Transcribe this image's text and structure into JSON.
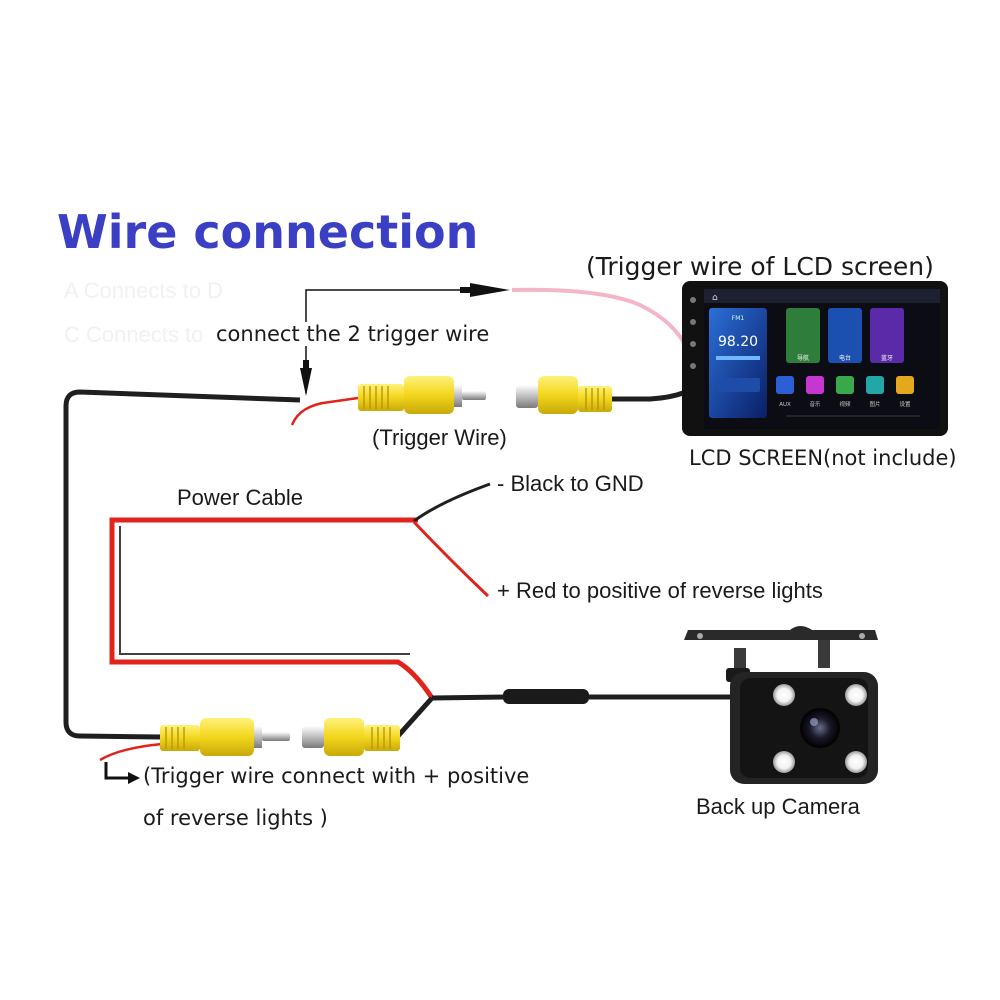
{
  "title": "Wire connection",
  "faint_text": [
    "A Connects to D",
    "C Connects to"
  ],
  "labels": {
    "lcd_trigger": "(Trigger wire of LCD screen)",
    "connect_trigger": "connect the 2 trigger wire",
    "trigger_wire": "(Trigger Wire)",
    "lcd_screen": "LCD SCREEN(not include)",
    "power_cable": "Power Cable",
    "black_gnd": "- Black to GND",
    "red_positive": "+ Red to positive of reverse lights",
    "trigger_connect_line1": "(Trigger wire connect with + positive",
    "trigger_connect_line2": "of reverse lights )",
    "backup_camera": "Back up Camera"
  },
  "screen": {
    "radio_freq": "98.20",
    "fm_label": "FM1",
    "apps": [
      "AUX",
      "音乐",
      "视频",
      "图片",
      "设置"
    ],
    "tiles": [
      "导航",
      "电台",
      "蓝牙"
    ]
  },
  "colors": {
    "title": "#3a3fc4",
    "rca_yellow": "#f2d61c",
    "cable_black": "#1f1f1f",
    "cable_red": "#e0241c",
    "trigger_pink": "#f4b6c6"
  }
}
